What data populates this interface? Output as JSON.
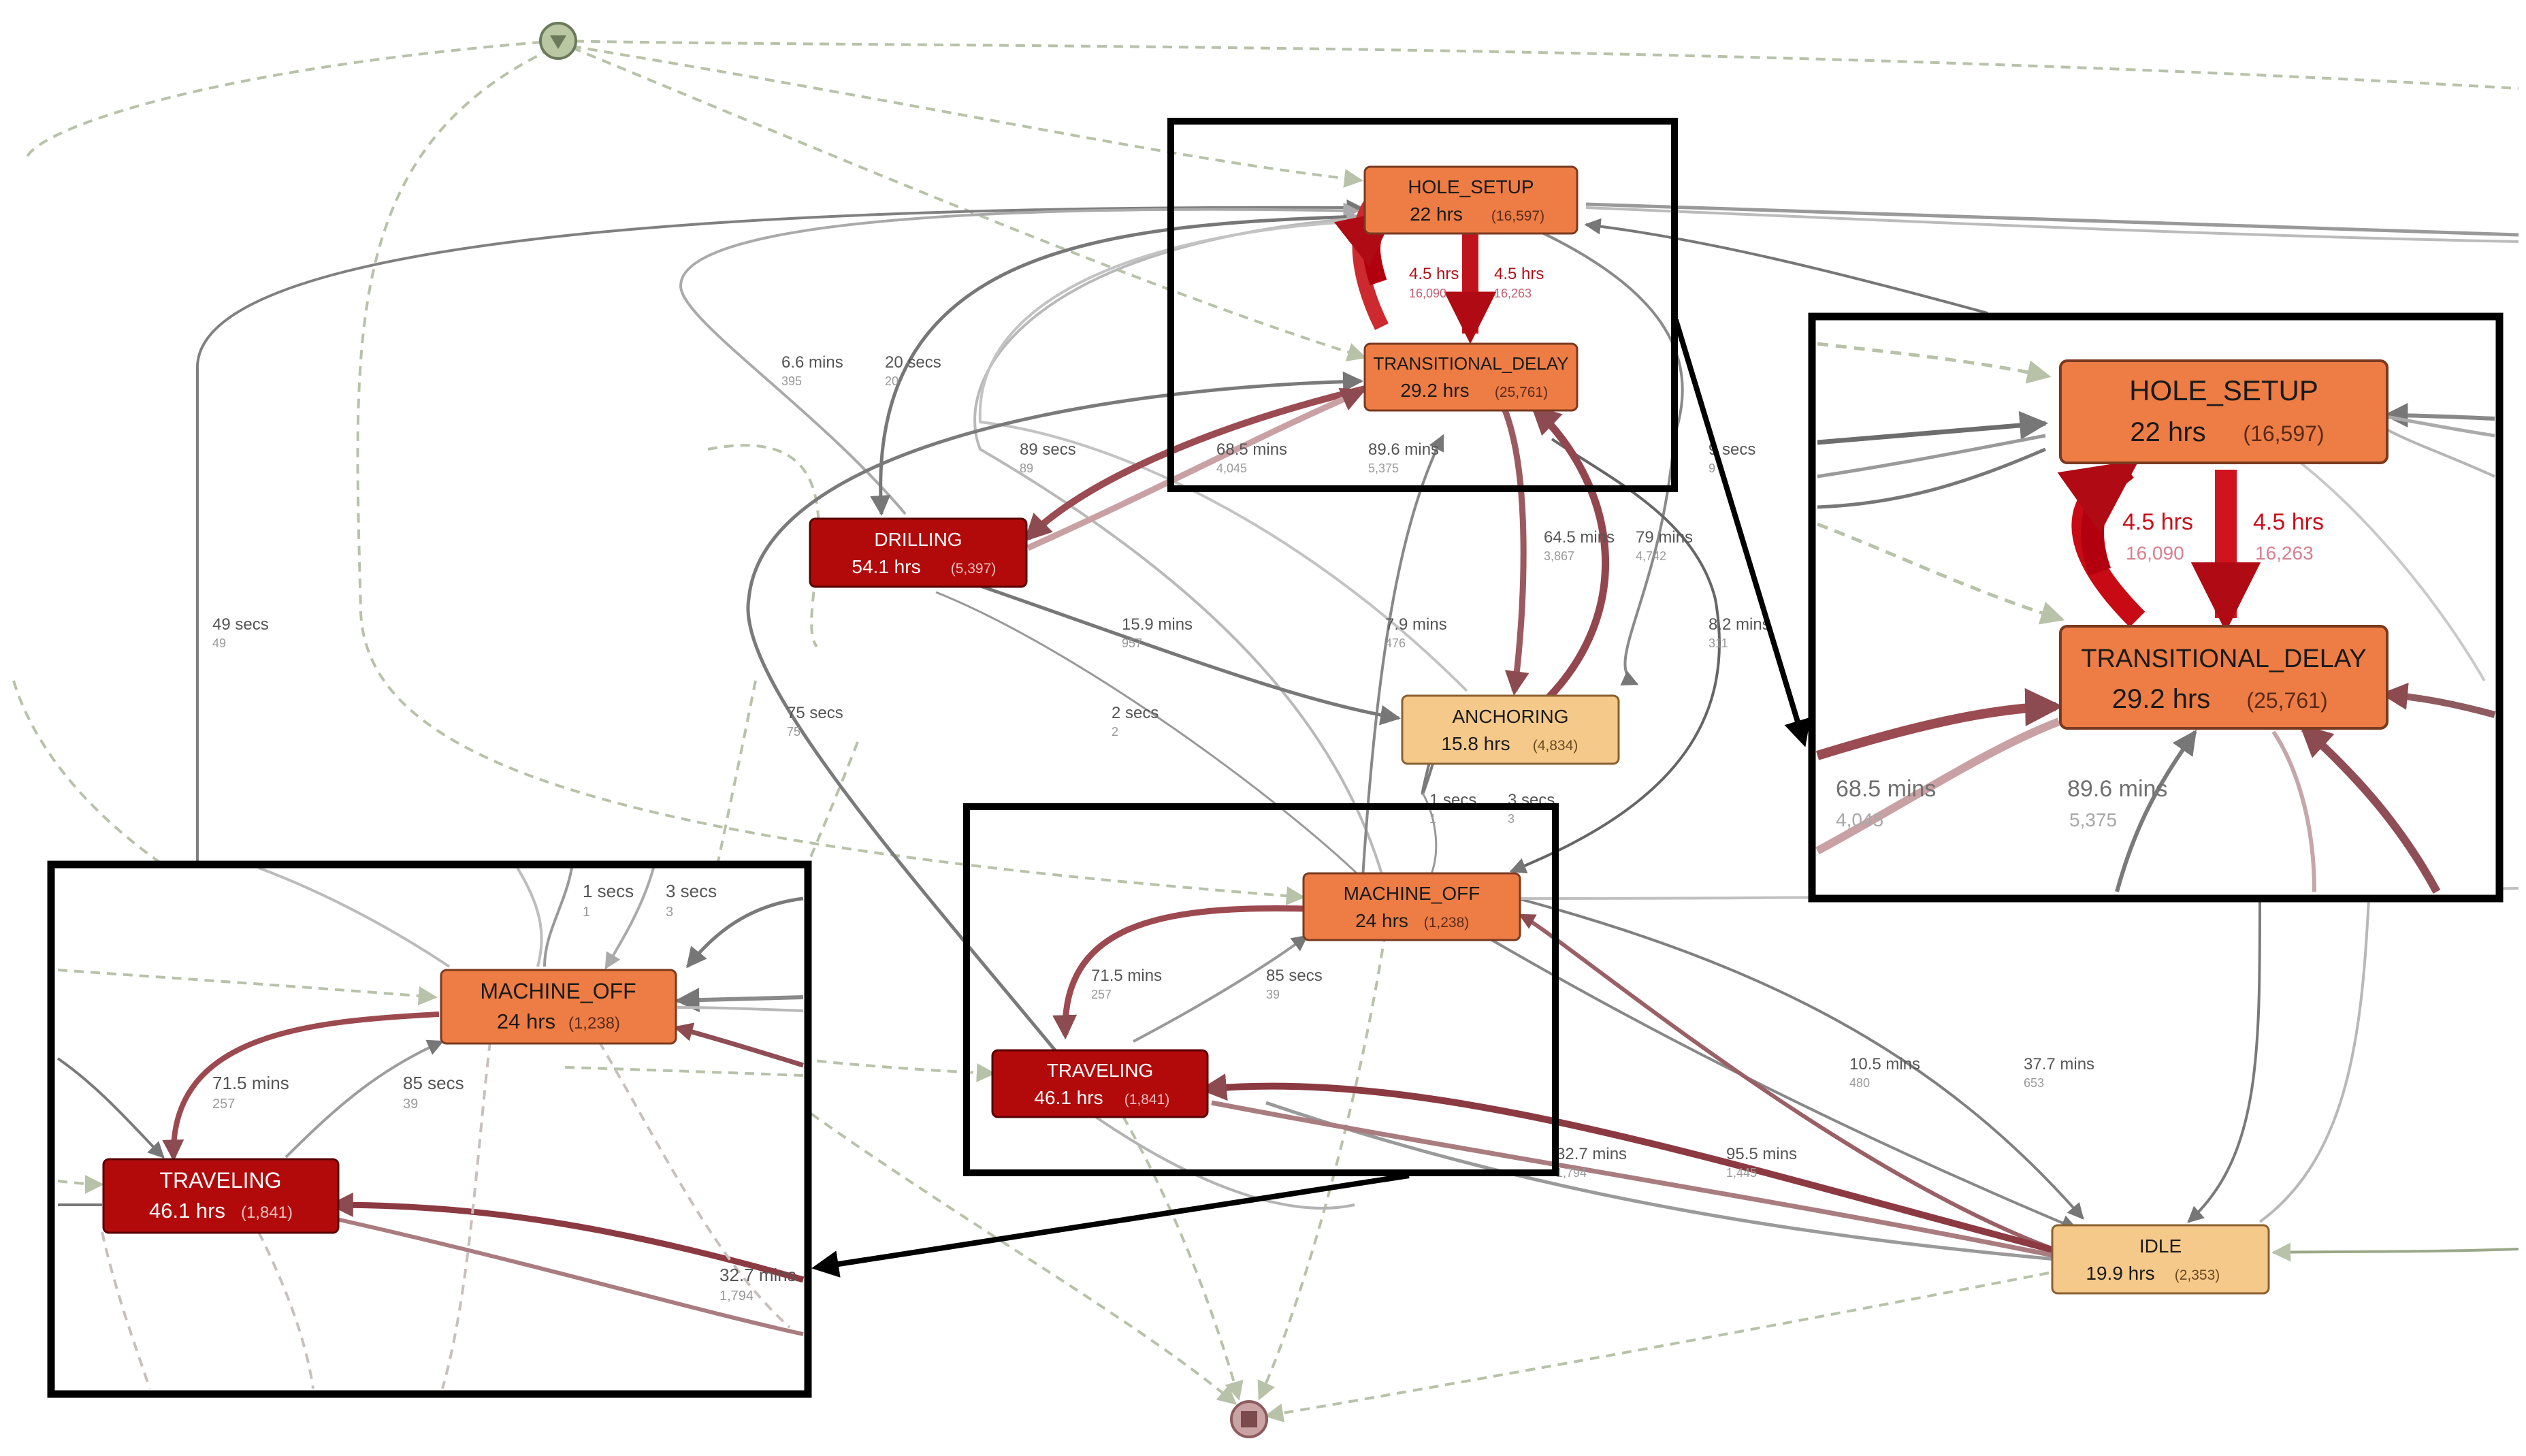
{
  "nodes": {
    "hole_setup": {
      "name": "HOLE_SETUP",
      "duration": "22 hrs",
      "count": "(16,597)"
    },
    "transitional": {
      "name": "TRANSITIONAL_DELAY",
      "duration": "29.2 hrs",
      "count": "(25,761)"
    },
    "drilling": {
      "name": "DRILLING",
      "duration": "54.1 hrs",
      "count": "(5,397)"
    },
    "anchoring": {
      "name": "ANCHORING",
      "duration": "15.8 hrs",
      "count": "(4,834)"
    },
    "machine_off": {
      "name": "MACHINE_OFF",
      "duration": "24 hrs",
      "count": "(1,238)"
    },
    "traveling": {
      "name": "TRAVELING",
      "duration": "46.1 hrs",
      "count": "(1,841)"
    },
    "idle": {
      "name": "IDLE",
      "duration": "19.9 hrs",
      "count": "(2,353)"
    }
  },
  "edge_labels": {
    "hs_td_up": {
      "time": "4.5 hrs",
      "count": "16,090"
    },
    "hs_td_down": {
      "time": "4.5 hrs",
      "count": "16,263"
    },
    "e_66m": {
      "time": "6.6 mins",
      "count": "395"
    },
    "e_20s": {
      "time": "20 secs",
      "count": "20"
    },
    "e_89s": {
      "time": "89 secs",
      "count": "89"
    },
    "e_685": {
      "time": "68.5 mins",
      "count": "4,045"
    },
    "e_896": {
      "time": "89.6 mins",
      "count": "5,375"
    },
    "e_9s": {
      "time": "9 secs",
      "count": "9"
    },
    "e_645": {
      "time": "64.5 mins",
      "count": "3,867"
    },
    "e_79": {
      "time": "79 mins",
      "count": "4,742"
    },
    "e_49s": {
      "time": "49 secs",
      "count": "49"
    },
    "e_159": {
      "time": "15.9 mins",
      "count": "957"
    },
    "e_79m": {
      "time": "7.9 mins",
      "count": "476"
    },
    "e_82": {
      "time": "8.2 mins",
      "count": "311"
    },
    "e_75s": {
      "time": "75 secs",
      "count": "75"
    },
    "e_2s": {
      "time": "2 secs",
      "count": "2"
    },
    "e_1s": {
      "time": "1 secs",
      "count": "1"
    },
    "e_3s": {
      "time": "3 secs",
      "count": "3"
    },
    "e_715": {
      "time": "71.5 mins",
      "count": "257"
    },
    "e_85s": {
      "time": "85 secs",
      "count": "39"
    },
    "e_105": {
      "time": "10.5 mins",
      "count": "480"
    },
    "e_377": {
      "time": "37.7 mins",
      "count": "653"
    },
    "e_327": {
      "time": "32.7 mins",
      "count": "1,794"
    },
    "e_955": {
      "time": "95.5 mins",
      "count": "1,445"
    }
  },
  "colors": {
    "dark_red": "#b30000",
    "orange": "#ed7d45",
    "light_orange": "#f5c98a",
    "edge_red": "#b00b14",
    "edge_maroon": "#8c4b50",
    "edge_grey": "#7a7a7a",
    "edge_light": "#b9b9b9",
    "dashed": "#b8c2a8",
    "start_fill": "#b9c7a3",
    "end_fill": "#caa3a5"
  }
}
